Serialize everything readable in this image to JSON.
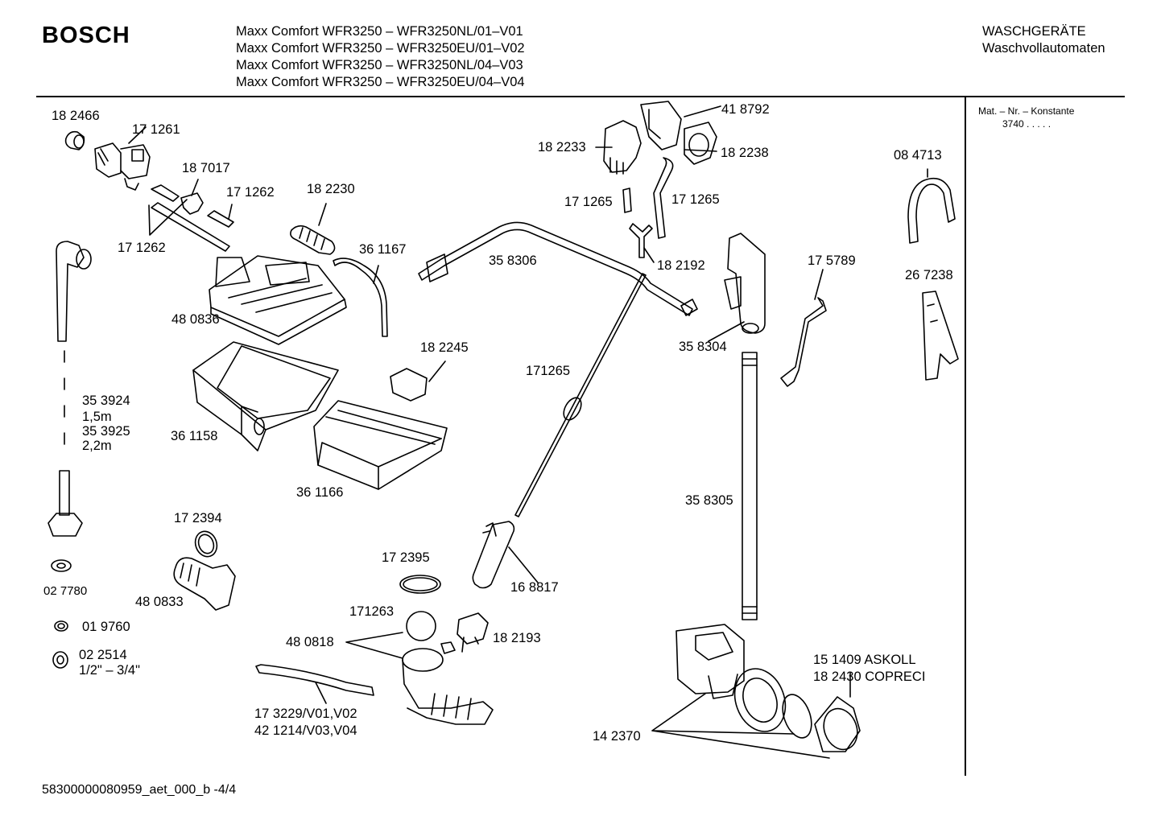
{
  "header": {
    "brand": "BOSCH",
    "models": [
      "Maxx Comfort WFR3250 – WFR3250NL/01–V01",
      "Maxx Comfort WFR3250 – WFR3250EU/01–V02",
      "Maxx Comfort WFR3250 – WFR3250NL/04–V03",
      "Maxx Comfort WFR3250 – WFR3250EU/04–V04"
    ],
    "category": "WASCHGERÄTE",
    "subcategory": "Waschvollautomaten"
  },
  "side_panel": {
    "label": "Mat. – Nr. – Konstante",
    "value": "3740 . . . . ."
  },
  "footer": {
    "doc_id": "58300000080959_aet_000_b -4/4"
  },
  "parts": {
    "p182466": "18 2466",
    "p171261": "17 1261",
    "p187017": "18 7017",
    "p171262a": "17 1262",
    "p171262b": "17 1262",
    "p182230": "18 2230",
    "p361167": "36 1167",
    "p480836": "48 0836",
    "p353924": "35 3924",
    "len15": "1,5m",
    "p353925": "35 3925",
    "len22": "2,2m",
    "p361158": "36 1158",
    "p182245": "18 2245",
    "p361166": "36 1166",
    "p172394": "17 2394",
    "p027780": "02 7780",
    "p480833": "48 0833",
    "p019760": "01 9760",
    "p022514": "02 2514",
    "thread": "1/2\" – 3/4\"",
    "p172395": "17 2395",
    "p171263": "171263",
    "p480818": "48 0818",
    "p173229": "17 3229/V01,V02",
    "p421214": "42 1214/V03,V04",
    "p358306": "35 8306",
    "p171265long": "171265",
    "p168817": "16 8817",
    "p182193": "18 2193",
    "p418792": "41 8792",
    "p182233": "18 2233",
    "p182238": "18 2238",
    "p171265a": "17 1265",
    "p171265b": "17 1265",
    "p182192": "18 2192",
    "p358304": "35 8304",
    "p175789": "17 5789",
    "p358305": "35 8305",
    "p151409": "15 1409  ASKOLL",
    "p182430": "18 2430  COPRECI",
    "p142370": "14 2370",
    "p084713": "08 4713",
    "p267238": "26 7238"
  }
}
